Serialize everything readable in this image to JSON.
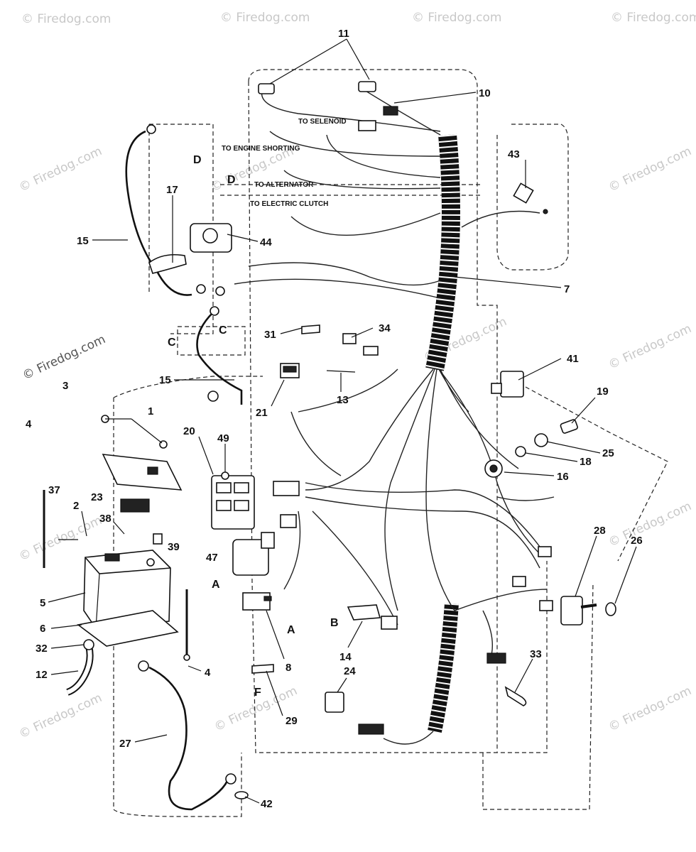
{
  "watermark": "© Firedog.com",
  "connector_labels": {
    "selenoid": "TO SELENOID",
    "engine_shorting": "TO ENGINE SHORTING",
    "alternator": "TO ALTERNATOR",
    "electric_clutch": "TO ELECTRIC CLUTCH"
  },
  "parts": [
    {
      "id": "p11",
      "num": "11"
    },
    {
      "id": "p10",
      "num": "10"
    },
    {
      "id": "p43",
      "num": "43"
    },
    {
      "id": "p17",
      "num": "17"
    },
    {
      "id": "p15a",
      "num": "15"
    },
    {
      "id": "p44",
      "num": "44"
    },
    {
      "id": "p7",
      "num": "7"
    },
    {
      "id": "p31",
      "num": "31"
    },
    {
      "id": "p34",
      "num": "34"
    },
    {
      "id": "p41",
      "num": "41"
    },
    {
      "id": "p15b",
      "num": "15"
    },
    {
      "id": "p13",
      "num": "13"
    },
    {
      "id": "p21",
      "num": "21"
    },
    {
      "id": "p19",
      "num": "19"
    },
    {
      "id": "p3",
      "num": "3"
    },
    {
      "id": "p1",
      "num": "1"
    },
    {
      "id": "p4a",
      "num": "4"
    },
    {
      "id": "p20",
      "num": "20"
    },
    {
      "id": "p49",
      "num": "49"
    },
    {
      "id": "p25",
      "num": "25"
    },
    {
      "id": "p18",
      "num": "18"
    },
    {
      "id": "p16",
      "num": "16"
    },
    {
      "id": "p37",
      "num": "37"
    },
    {
      "id": "p23",
      "num": "23"
    },
    {
      "id": "p2",
      "num": "2"
    },
    {
      "id": "p38",
      "num": "38"
    },
    {
      "id": "p39",
      "num": "39"
    },
    {
      "id": "p28",
      "num": "28"
    },
    {
      "id": "p26",
      "num": "26"
    },
    {
      "id": "p47",
      "num": "47"
    },
    {
      "id": "p5",
      "num": "5"
    },
    {
      "id": "p6",
      "num": "6"
    },
    {
      "id": "p32",
      "num": "32"
    },
    {
      "id": "p12",
      "num": "12"
    },
    {
      "id": "p4b",
      "num": "4"
    },
    {
      "id": "p8",
      "num": "8"
    },
    {
      "id": "p14",
      "num": "14"
    },
    {
      "id": "p33",
      "num": "33"
    },
    {
      "id": "p24",
      "num": "24"
    },
    {
      "id": "p29",
      "num": "29"
    },
    {
      "id": "p27",
      "num": "27"
    },
    {
      "id": "p42",
      "num": "42"
    }
  ],
  "letter_markers": {
    "d1": "D",
    "d2": "D",
    "c1": "C",
    "c2": "C",
    "a1": "A",
    "a2": "A",
    "b": "B",
    "f": "F"
  }
}
